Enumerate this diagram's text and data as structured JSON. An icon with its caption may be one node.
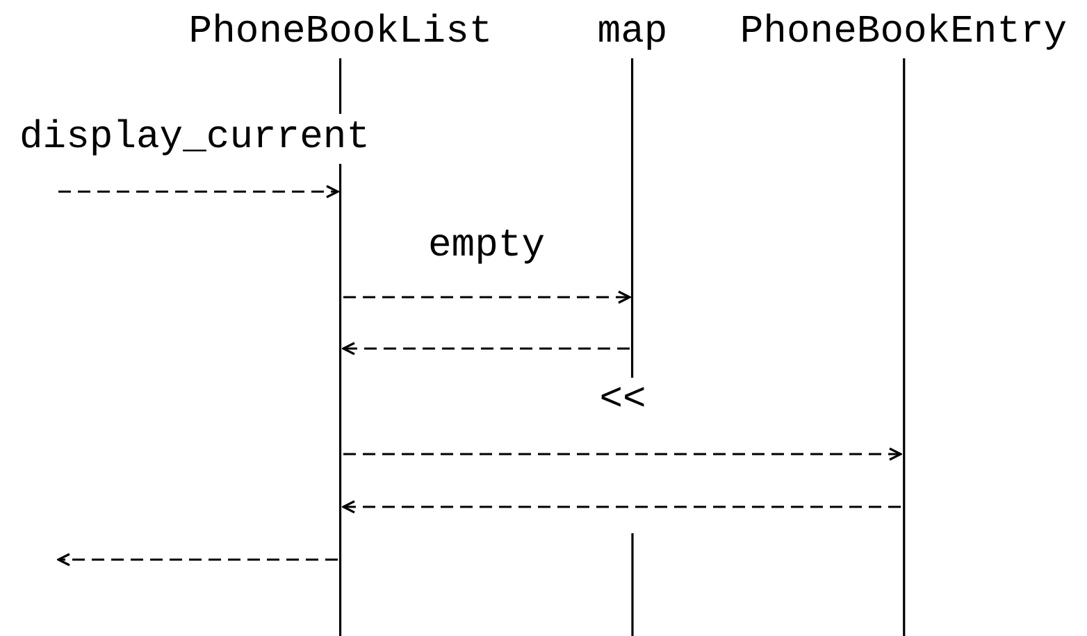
{
  "diagram": {
    "nodes": [
      {
        "text": [
          "PhoneBookList"
        ]
      },
      {
        "text": [
          "map"
        ]
      },
      {
        "text": [
          "PhoneBookEntry"
        ]
      }
    ],
    "edges": [
      {
        "from": null,
        "to": 0,
        "arrow": "to",
        "label": "display_current",
        "style": "dashed"
      },
      {
        "from": 0,
        "to": 1,
        "arrow": "to",
        "label": "empty",
        "style": "dashed"
      },
      {
        "from": 1,
        "to": 0,
        "arrow": "to",
        "style": "dashed"
      },
      {
        "from": 0,
        "to": 2,
        "arrow": "to",
        "label": "<<",
        "style": "dashed"
      },
      {
        "from": 2,
        "to": 0,
        "arrow": "to",
        "style": "dashed"
      },
      {
        "from": 0,
        "to": null,
        "arrow": "to",
        "style": "dashed"
      }
    ]
  }
}
